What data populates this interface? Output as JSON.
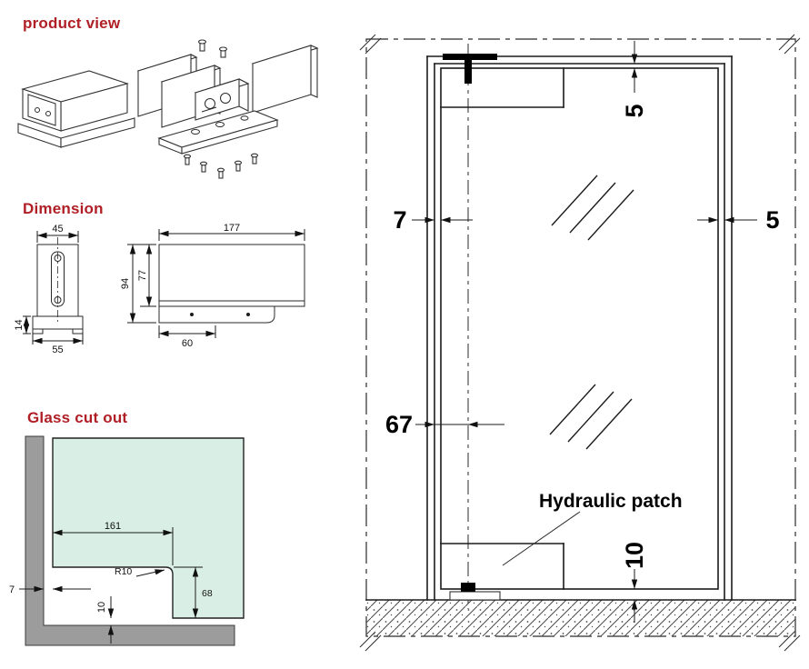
{
  "sections": {
    "product_view": {
      "title": "product view"
    },
    "dimension": {
      "title": "Dimension",
      "side_view": {
        "width_top": "45",
        "width_bottom": "55",
        "base_height": "14"
      },
      "front_view": {
        "width_top": "177",
        "height_total": "94",
        "height_body": "77",
        "width_bottom": "60"
      }
    },
    "glass_cutout": {
      "title": "Glass cut out",
      "dims": {
        "cut_width": "161",
        "edge_gap": "7",
        "corner_radius": "R10",
        "cut_height": "68",
        "bottom_gap": "10"
      }
    },
    "door_elevation": {
      "dims": {
        "top_gap": "5",
        "hinge_side_gap": "7",
        "lock_side_gap": "5",
        "pivot_offset": "67",
        "floor_gap": "10"
      },
      "hydraulic_patch_label": "Hydraulic patch"
    }
  },
  "colors": {
    "heading": "#b01f26",
    "line": "#1b1b1b",
    "glass_fill": "#d9efe6",
    "wall_fill": "#9c9c9c"
  }
}
